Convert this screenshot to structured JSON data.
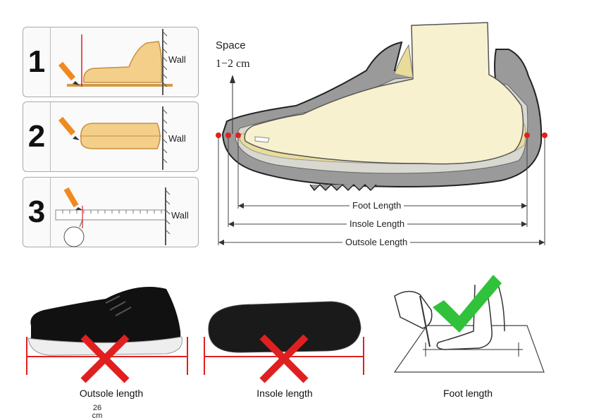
{
  "steps": [
    {
      "number": "1",
      "wall": "Wall"
    },
    {
      "number": "2",
      "wall": "Wall"
    },
    {
      "number": "3",
      "wall": "Wall",
      "ruler_value": "26",
      "ruler_unit": "cm"
    }
  ],
  "main_diagram": {
    "space_title": "Space",
    "space_value": "1−2 cm",
    "foot_length": "Foot Length",
    "insole_length": "Insole Length",
    "outsole_length": "Outsole Length"
  },
  "bottom": {
    "outsole_caption": "Outsole length",
    "insole_caption": "Insole length",
    "foot_caption": "Foot length"
  },
  "colors": {
    "red_mark": "#e02020",
    "green_check": "#2fc23a",
    "foot_skin": "#f3cf8a",
    "shoe_gray": "#9a9a9a",
    "insole_yellow": "#f4f0c8"
  }
}
